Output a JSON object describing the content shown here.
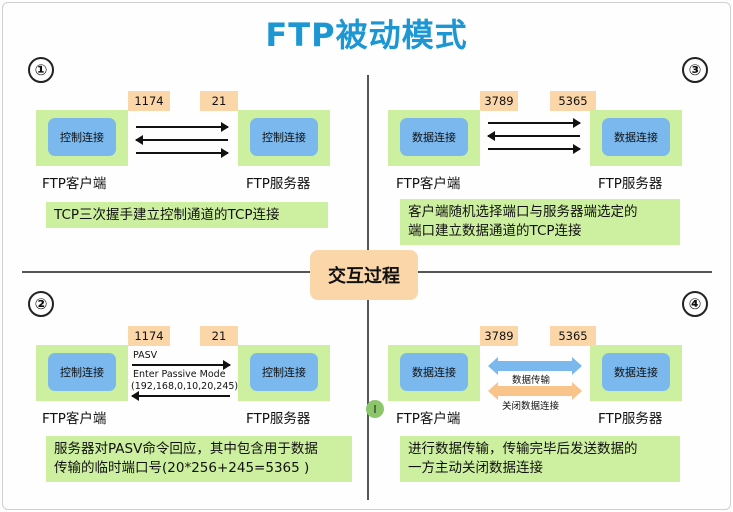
{
  "title": "FTP被动模式",
  "center": "交互过程",
  "q1": {
    "num": "①",
    "client_inner": "控制连接",
    "server_inner": "控制连接",
    "client_port": "1174",
    "server_port": "21",
    "client_label": "FTP客户端",
    "server_label": "FTP服务器",
    "caption": "TCP三次握手建立控制通道的TCP连接"
  },
  "q3": {
    "num": "③",
    "client_inner": "数据连接",
    "server_inner": "数据连接",
    "client_port": "3789",
    "server_port": "5365",
    "client_label": "FTP客户端",
    "server_label": "FTP服务器",
    "caption_line1": "客户端随机选择端口与服务器端选定的",
    "caption_line2": "端口建立数据通道的TCP连接"
  },
  "q2": {
    "num": "②",
    "client_inner": "控制连接",
    "server_inner": "控制连接",
    "client_port": "1174",
    "server_port": "21",
    "client_label": "FTP客户端",
    "server_label": "FTP服务器",
    "msg_pasv": "PASV",
    "msg_enter": "Enter Passive Mode",
    "msg_addr": "(192,168,0,10,20,245)",
    "caption_line1": "服务器对PASV命令回应，其中包含用于数据",
    "caption_line2": "传输的临时端口号(20*256+245=5365 )"
  },
  "q4": {
    "num": "④",
    "client_inner": "数据连接",
    "server_inner": "数据连接",
    "client_port": "3789",
    "server_port": "5365",
    "client_label": "FTP客户端",
    "server_label": "FTP服务器",
    "msg_transfer": "数据传输",
    "msg_close": "关闭数据连接",
    "caption_line1": "进行数据传输，传输完毕后发送数据的",
    "caption_line2": "一方主动关闭数据连接"
  },
  "cursor_label": "I"
}
